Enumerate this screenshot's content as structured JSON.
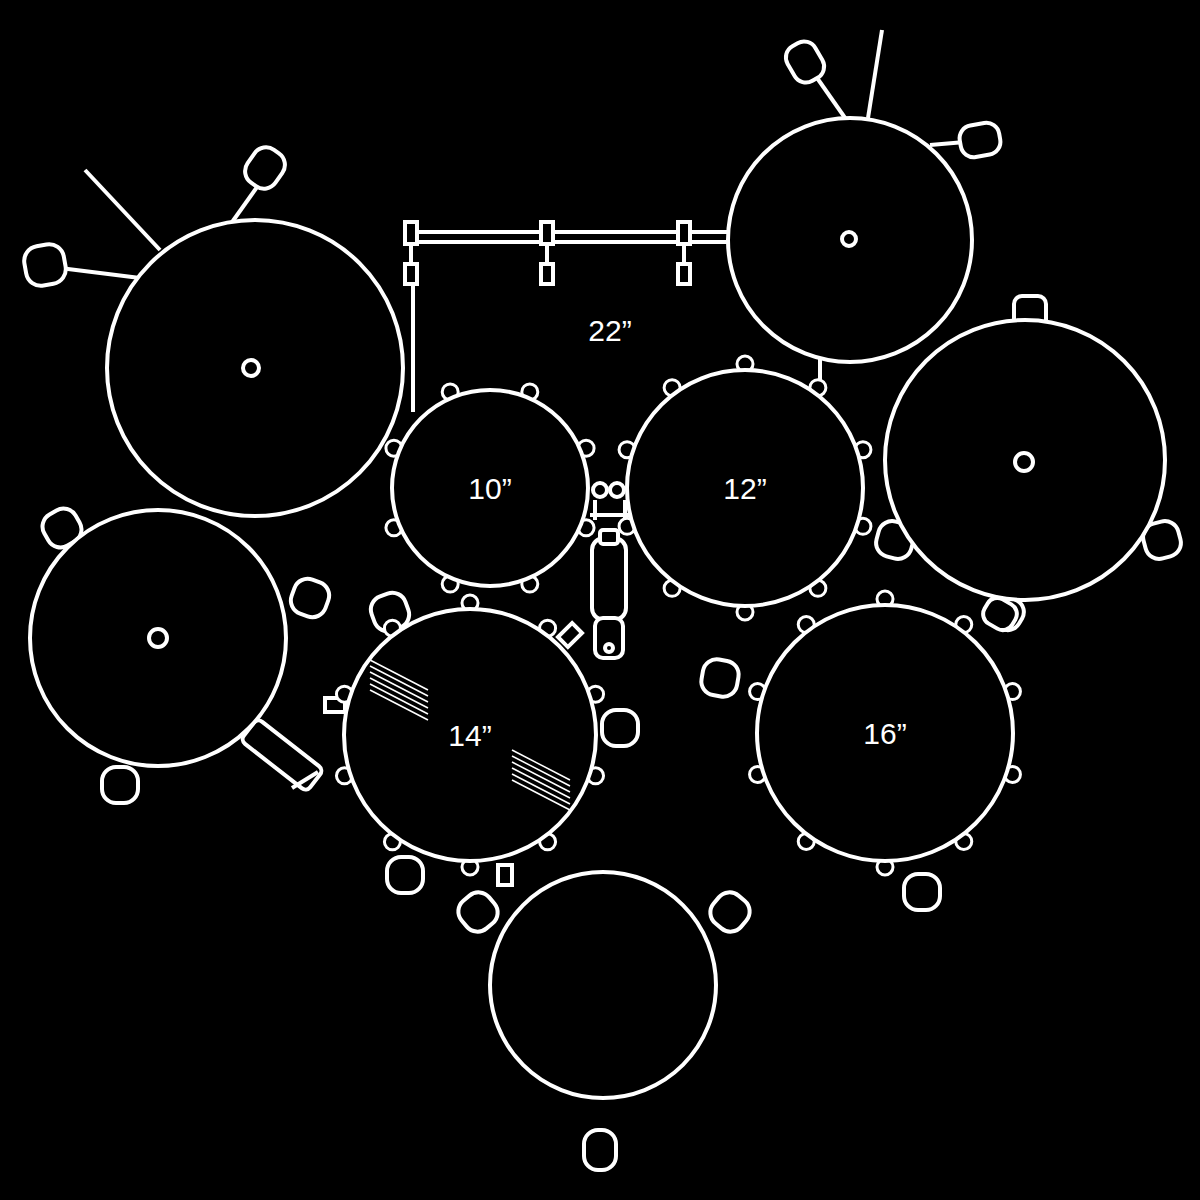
{
  "diagram": {
    "nodes": [
      {
        "text": [
          "10”"
        ]
      },
      {
        "text": [
          "12”"
        ]
      },
      {
        "text": [
          "14”"
        ]
      },
      {
        "text": [
          "16”"
        ]
      }
    ],
    "labels": [
      "22”"
    ]
  }
}
